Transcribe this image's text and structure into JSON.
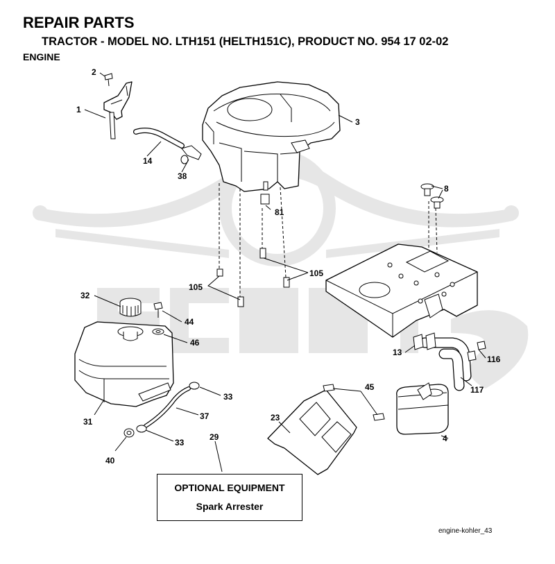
{
  "header": {
    "title": "REPAIR PARTS",
    "subtitle": "TRACTOR - MODEL NO. LTH151 (HELTH151C), PRODUCT NO. 954 17 02-02",
    "section": "ENGINE"
  },
  "callouts": {
    "c1": "1",
    "c2": "2",
    "c3": "3",
    "c4": "4",
    "c8": "8",
    "c13": "13",
    "c14": "14",
    "c23": "23",
    "c29": "29",
    "c31": "31",
    "c32": "32",
    "c33a": "33",
    "c33b": "33",
    "c37": "37",
    "c38": "38",
    "c40": "40",
    "c44": "44",
    "c45": "45",
    "c46": "46",
    "c81": "81",
    "c105a": "105",
    "c105b": "105",
    "c116": "116",
    "c117": "117"
  },
  "optional": {
    "title": "OPTIONAL EQUIPMENT",
    "item": "Spark Arrester"
  },
  "figure_ref": "engine-kohler_43",
  "colors": {
    "ink": "#000000",
    "watermark": "#e6e6e6"
  }
}
